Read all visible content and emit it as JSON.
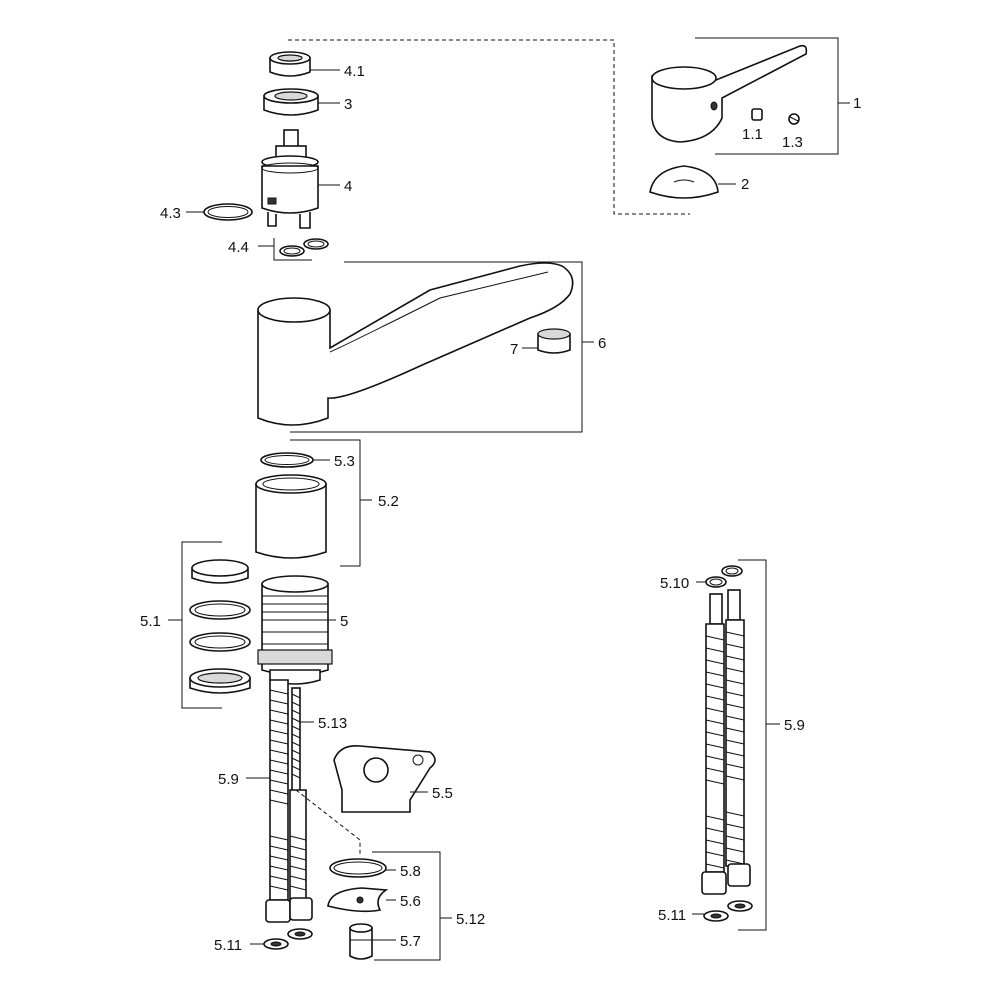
{
  "labels": {
    "p1": "1",
    "p1_1": "1.1",
    "p1_3": "1.3",
    "p2": "2",
    "p3": "3",
    "p4": "4",
    "p4_1": "4.1",
    "p4_3": "4.3",
    "p4_4": "4.4",
    "p5": "5",
    "p5_1": "5.1",
    "p5_2": "5.2",
    "p5_3": "5.3",
    "p5_5": "5.5",
    "p5_6": "5.6",
    "p5_7": "5.7",
    "p5_8": "5.8",
    "p5_9_left": "5.9",
    "p5_9_right": "5.9",
    "p5_10": "5.10",
    "p5_11_left": "5.11",
    "p5_11_right": "5.11",
    "p5_12": "5.12",
    "p5_13": "5.13",
    "p6": "6",
    "p7": "7"
  }
}
